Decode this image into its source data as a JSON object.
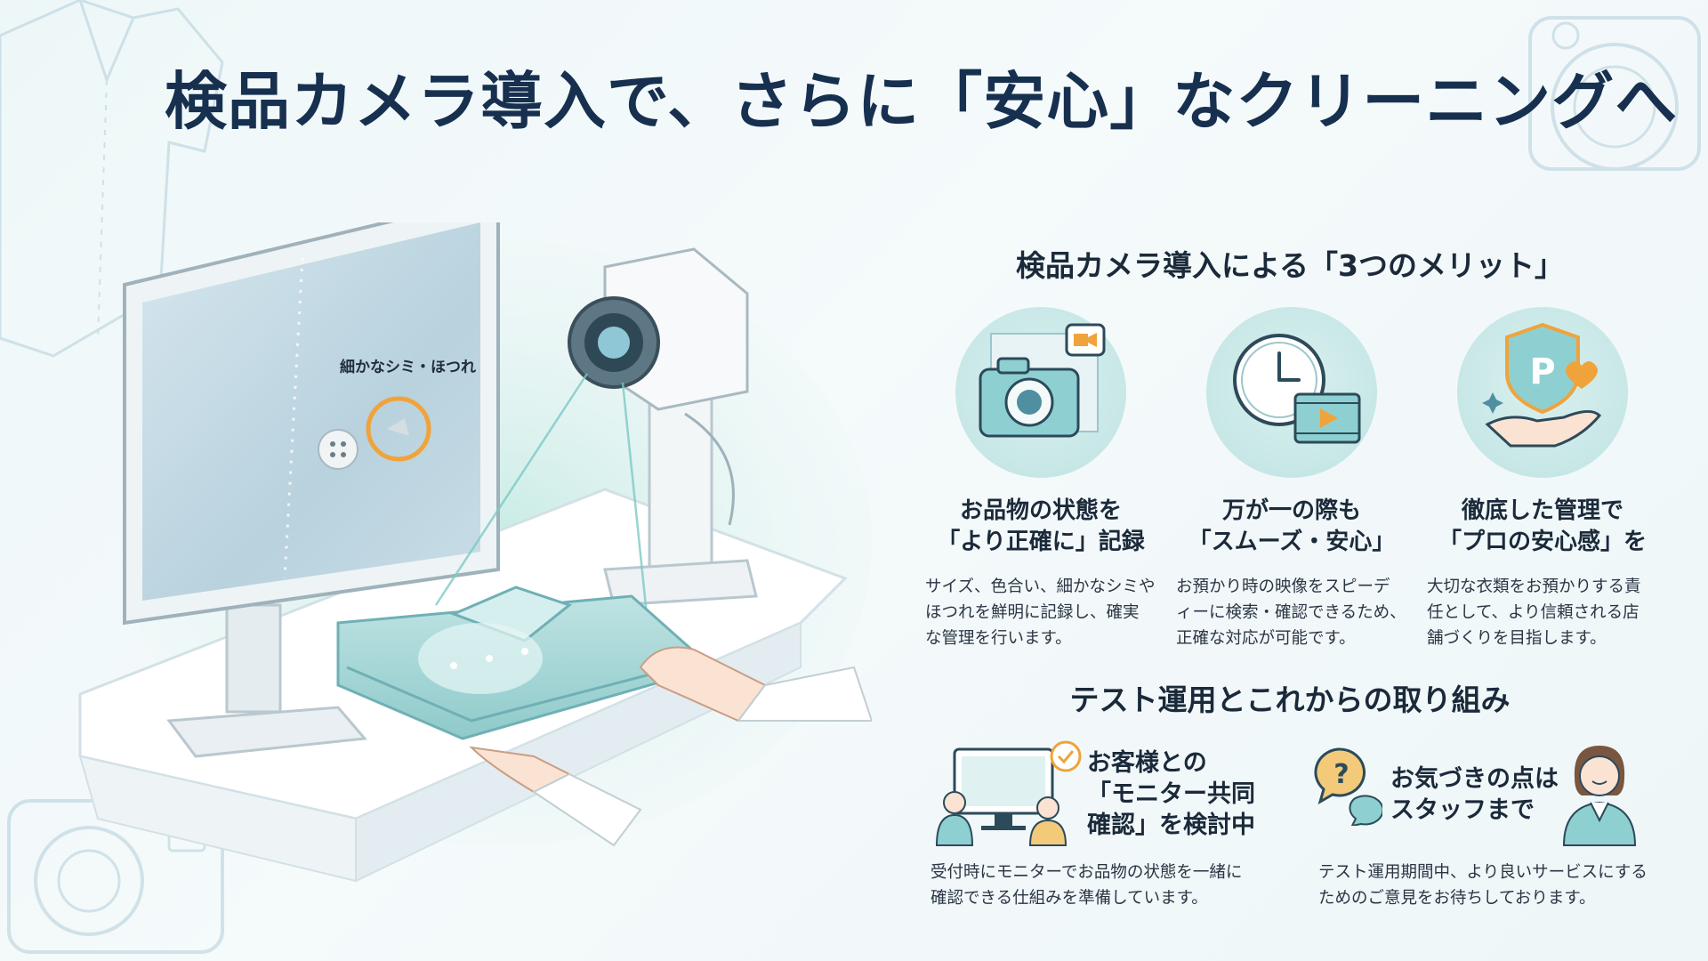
{
  "title": "検品カメラ導入で、さらに「安心」なクリーニングへ",
  "illustration": {
    "monitor_label": "細かなシミ・ほつれ"
  },
  "merits": {
    "heading": "検品カメラ導入による「3つのメリット」",
    "items": [
      {
        "icon": "camera-icon",
        "head_line1": "お品物の状態を",
        "head_line2": "「より正確に」記録",
        "desc_line1": "サイズ、色合い、細かなシミや",
        "desc_line2": "ほつれを鮮明に記録し、確実",
        "desc_line3": "な管理を行います。"
      },
      {
        "icon": "clock-icon",
        "head_line1": "万が一の際も",
        "head_line2": "「スムーズ・安心」",
        "desc_line1": "お預かり時の映像をスピーデ",
        "desc_line2": "ィーに検索・確認できるため、",
        "desc_line3": "正確な対応が可能です。"
      },
      {
        "icon": "shield-hand-icon",
        "head_line1": "徹底した管理で",
        "head_line2": "「プロの安心感」を",
        "desc_line1": "大切な衣類をお預かりする責",
        "desc_line2": "任として、より信頼される店",
        "desc_line3": "舗づくりを目指します。"
      }
    ]
  },
  "initiatives": {
    "heading": "テスト運用とこれからの取り組み",
    "items": [
      {
        "icon": "monitor-people-icon",
        "head_line1": "お客様との",
        "head_line2": "「モニター共同",
        "head_line3": "確認」を検討中",
        "desc_line1": "受付時にモニターでお品物の状態を一緒に",
        "desc_line2": "確認できる仕組みを準備しています。"
      },
      {
        "icon": "question-bubble-icon",
        "head_line1": "お気づきの点は",
        "head_line2": "スタッフまで",
        "desc_line1": "テスト運用期間中、より良いサービスにする",
        "desc_line2": "ためのご意見をお待ちしております。"
      }
    ]
  },
  "colors": {
    "teal": "#7ccac6",
    "navy": "#17304f",
    "orange": "#f0a33a"
  }
}
